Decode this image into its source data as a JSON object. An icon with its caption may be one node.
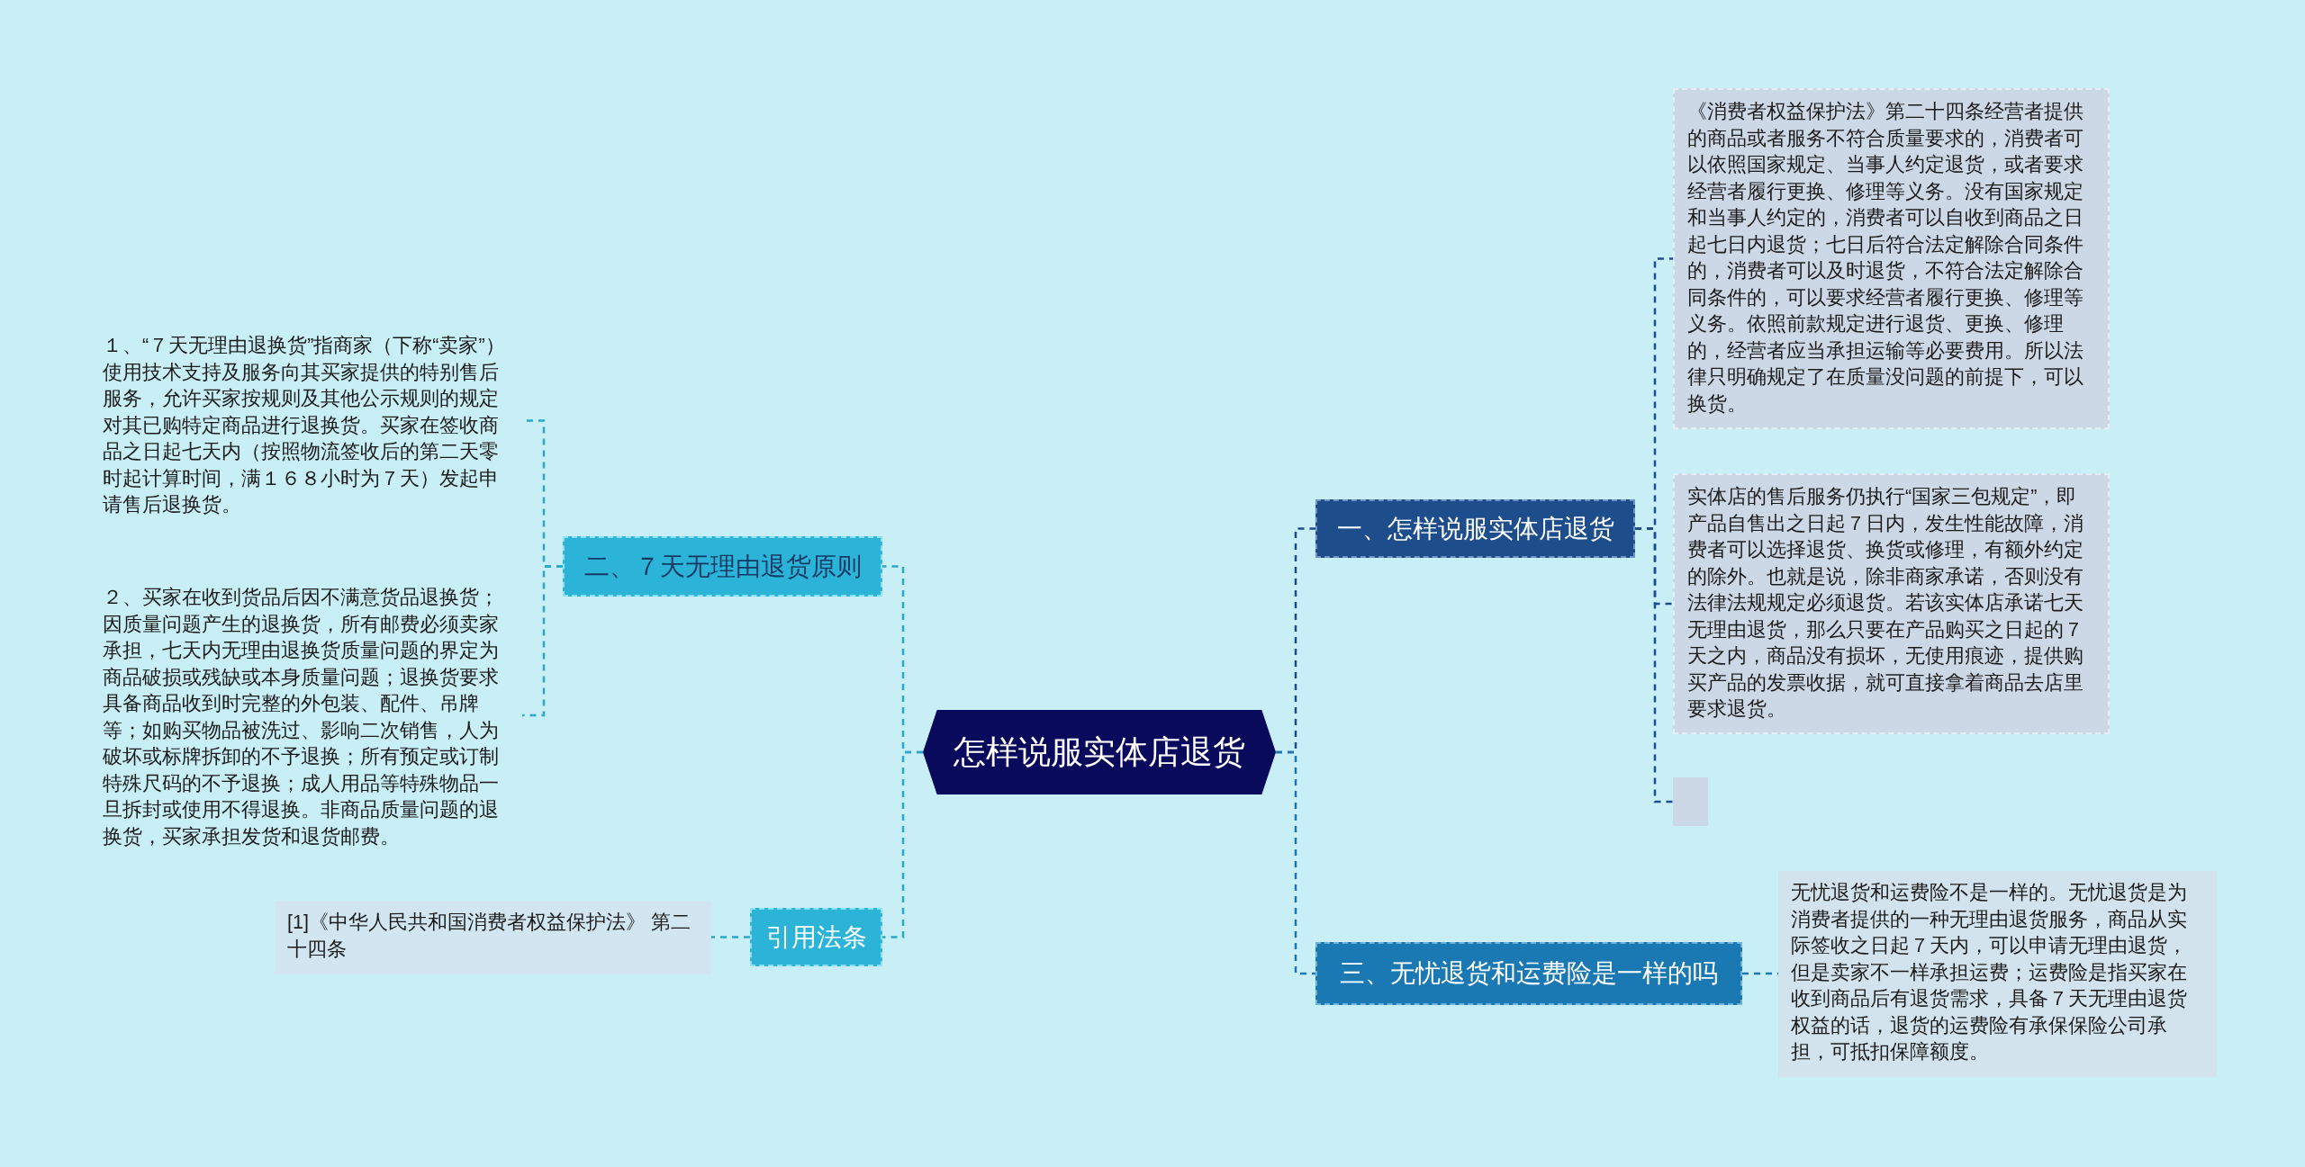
{
  "diagram": {
    "nodes": [
      {
        "text": [
          "怎样说服实体店退货"
        ]
      },
      {
        "text": [
          "二、７天无理由退货原则"
        ]
      },
      {
        "text": [
          "１、“７天无理由退换货”指商家（下称“卖家”）使用技术支持及服务向其买家提供的特别售后服务，允许买家按规则及其他公示规则的规定对其已购特定商品进行退换货。买家在签收商品之日起七天内（按照物流签收后的第二天零时起计算时间，满１６８小时为７天）发起申请售后退换货。"
        ]
      },
      {
        "text": [
          "２、买家在收到货品后因不满意货品退换货；因质量问题产生的退换货，所有邮费必须卖家承担，七天内无理由退换货质量问题的界定为商品破损或残缺或本身质量问题；退换货要求具备商品收到时完整的外包装、配件、吊牌等；如购买物品被洗过、影响二次销售，人为破坏或标牌拆卸的不予退换；所有预定或订制特殊尺码的不予退换；成人用品等特殊物品一旦拆封或使用不得退换。非商品质量问题的退换货，买家承担发货和退货邮费。"
        ]
      },
      {
        "text": [
          "引用法条"
        ]
      },
      {
        "text": [
          "[1]《中华人民共和国消费者权益保护法》 第二十四条"
        ]
      },
      {
        "text": [
          "一、怎样说服实体店退货"
        ]
      },
      {
        "text": [
          "《消费者权益保护法》第二十四条经营者提供的商品或者服务不符合质量要求的，消费者可以依照国家规定、当事人约定退货，或者要求经营者履行更换、修理等义务。没有国家规定和当事人约定的，消费者可以自收到商品之日起七日内退货；七日后符合法定解除合同条件的，消费者可以及时退货，不符合法定解除合同条件的，可以要求经营者履行更换、修理等义务。依照前款规定进行退货、更换、修理的，经营者应当承担运输等必要费用。所以法律只明确规定了在质量没问题的前提下，可以换货。"
        ]
      },
      {
        "text": [
          "实体店的售后服务仍执行“国家三包规定”，即产品自售出之日起７日内，发生性能故障，消费者可以选择退货、换货或修理，有额外约定的除外。也就是说，除非商家承诺，否则没有法律法规规定必须退货。若该实体店承诺七天无理由退货，那么只要在产品购买之日起的７天之内，商品没有损坏，无使用痕迹，提供购买产品的发票收据，就可直接拿着商品去店里要求退货。"
        ]
      },
      {
        "text": [],
        "shape": "box"
      },
      {
        "text": [
          "三、无忧退货和运费险是一样的吗"
        ]
      },
      {
        "text": [
          "无忧退货和运费险不是一样的。无忧退货是为消费者提供的一种无理由退货服务，商品从实际签收之日起７天内，可以申请无理由退货，但是卖家不一样承担运费；运费险是指买家在收到商品后有退货需求，具备７天无理由退货权益的话，退货的运费险有承保保险公司承担，可抵扣保障额度。"
        ]
      }
    ],
    "edges": [
      {
        "from": 0,
        "to": 1,
        "arrow": "none",
        "color": "#2aa7c9"
      },
      {
        "from": 1,
        "to": 2,
        "arrow": "none",
        "color": "#2aa7c9"
      },
      {
        "from": 1,
        "to": 3,
        "arrow": "none",
        "color": "#2aa7c9"
      },
      {
        "from": 0,
        "to": 4,
        "arrow": "none",
        "color": "#2aa7c9"
      },
      {
        "from": 4,
        "to": 5,
        "arrow": "none",
        "color": "#2aa7c9"
      },
      {
        "from": 0,
        "to": 6,
        "arrow": "none",
        "color": "#1d4d8a"
      },
      {
        "from": 6,
        "to": 7,
        "arrow": "none",
        "color": "#1d4d8a"
      },
      {
        "from": 6,
        "to": 8,
        "arrow": "none",
        "color": "#1d4d8a"
      },
      {
        "from": 6,
        "to": 9,
        "arrow": "none",
        "color": "#1d4d8a"
      },
      {
        "from": 0,
        "to": 10,
        "arrow": "none",
        "color": "#1a78b2"
      },
      {
        "from": 10,
        "to": 11,
        "arrow": "none",
        "color": "#1a78b2"
      }
    ]
  }
}
